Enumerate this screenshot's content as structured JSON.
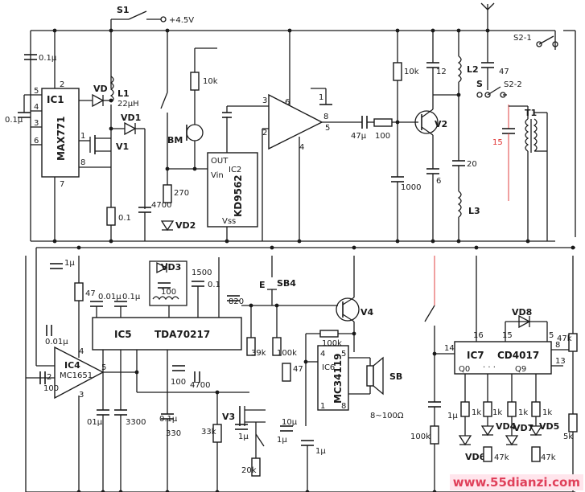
{
  "labels": {
    "s1": "S1",
    "plus45": "+4.5V",
    "s2_1": "S2-1",
    "s2_2": "S2-2",
    "s": "S",
    "c01u_top": "0.1μ",
    "c01u_left": "0.1μ",
    "ic1": "IC1",
    "max771": "MAX771",
    "vd": "VD",
    "l1": "L1",
    "l1v": "22μH",
    "vd1": "VD1",
    "v1": "V1",
    "ic1p2": "2",
    "ic1p5": "5",
    "ic1p4": "4",
    "ic1p3": "3",
    "ic1p6": "6",
    "ic1p1": "1",
    "ic1p8": "8",
    "ic1p7": "7",
    "r01": "0.1",
    "c4700u": "4700",
    "vd2": "VD2",
    "r270": "270",
    "bm": "BM",
    "r10k1": "10k",
    "out": "OUT",
    "ic2": "IC2",
    "kd": "KD9562",
    "vin": "Vin",
    "vss": "Vss",
    "op6": "6",
    "op3": "3",
    "op2": "2",
    "op8": "8",
    "op5": "5",
    "op4": "4",
    "op1": "1",
    "c47u": "47μ",
    "r100": "100",
    "r10k2": "10k",
    "c12": "12",
    "v2": "V2",
    "c1000": "1000",
    "c6": "6",
    "l2": "L2",
    "c47": "47",
    "c20": "20",
    "l3": "L3",
    "c15": "15",
    "t1": "T1",
    "c1u_a": "1μ",
    "r47": "47",
    "c001u_a": "0.01μ",
    "c01u_b": "0.01μ",
    "c01u_c": "0.1μ",
    "vd3": "VD3",
    "c100a": "100",
    "c1500": "1500",
    "c01_d": "0.1",
    "c820": "820",
    "e": "E",
    "sb4": "SB4",
    "v4": "V4",
    "ic5": "IC5",
    "tda": "TDA70217",
    "r39k": "39k",
    "r100k1": "100k",
    "r100k2": "100k",
    "c001u_b": "0.01μ",
    "ic4": "IC4",
    "mc1651": "MC1651",
    "c100b": "100",
    "c100c": "100",
    "c4700b": "4700",
    "r47b": "47",
    "ic6": "IC6",
    "mc34119": "MC34119",
    "sb": "SB",
    "sbval": "8~100Ω",
    "c01u_e": "01μ",
    "c3300": "3300",
    "c330": "330",
    "c01u_f": "0.1μ",
    "v3": "V3",
    "r33k": "33k",
    "c10u": "10μ",
    "c1u_b": "1μ",
    "c1u_c": "1μ",
    "r20k": "20k",
    "r100k3": "100k",
    "c1u_d": "1μ",
    "vd8": "VD8",
    "ic7": "IC7",
    "cd4017": "CD4017",
    "p16": "16",
    "p15": "15",
    "p5": "5",
    "p8": "8",
    "p14": "14",
    "p13": "13",
    "q0": "Q0",
    "q9": "Q9",
    "dots": "· · ·",
    "r47k": "47k",
    "r5k": "5k",
    "r1k_a": "1k",
    "r1k_b": "1k",
    "r1k_c": "1k",
    "r1k_d": "1k",
    "vd4": "VD4",
    "vd6": "VD6",
    "vd7": "VD7",
    "vd5": "VD5",
    "r47k_b": "47k",
    "r47k_c": "47k",
    "ic4p4": "4",
    "ic4p2": "2",
    "ic4p5": "5",
    "ic4p3": "3",
    "ic6p4": "4",
    "ic6p5": "5",
    "ic6p1": "1",
    "ic6p8": "8"
  },
  "watermark": "www.55dianzi.com",
  "colors": {
    "ink": "#1a1a1a",
    "accent_red": "#e03030",
    "watermark_bg": "#ffe5ec"
  }
}
